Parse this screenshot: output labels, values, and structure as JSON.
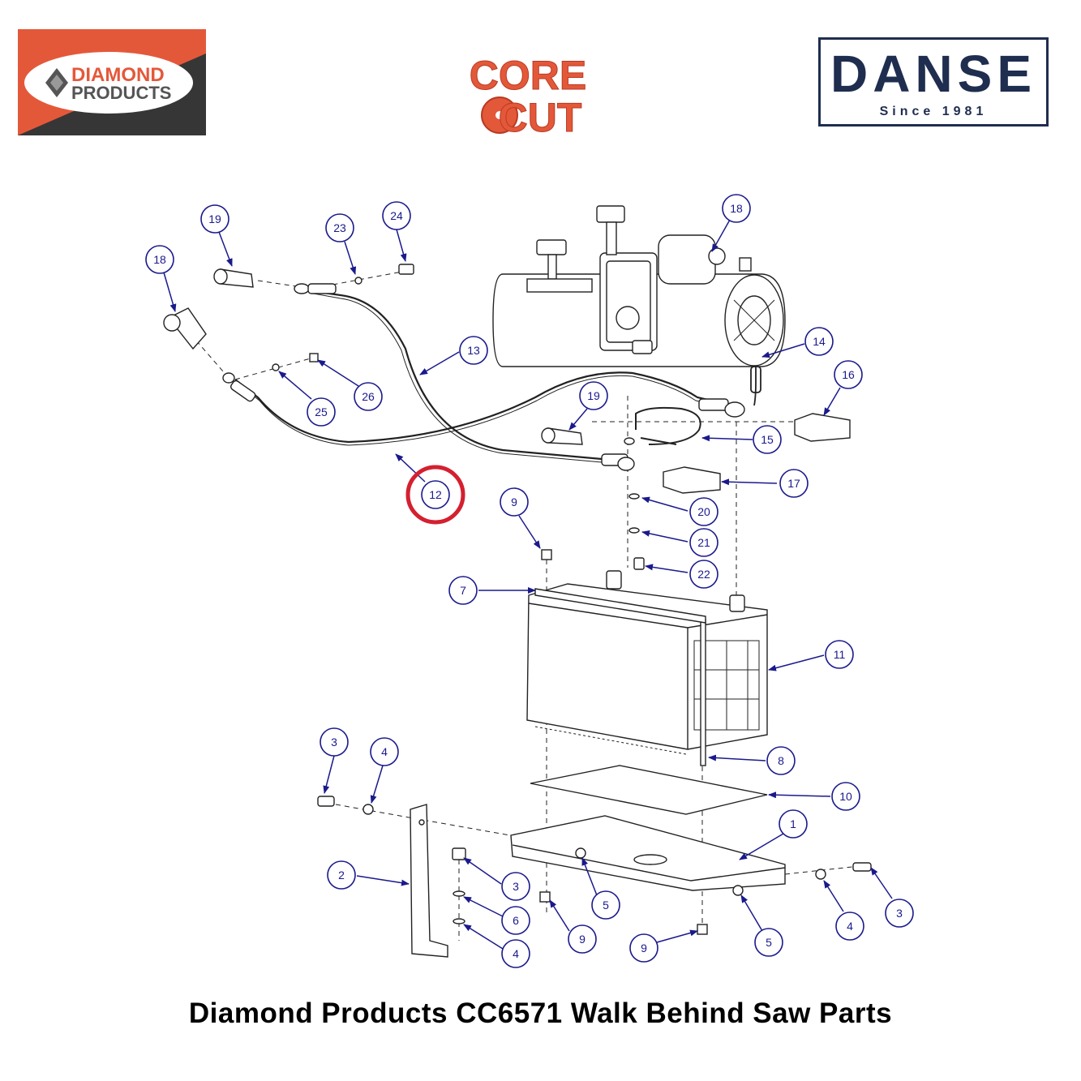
{
  "logos": {
    "diamond_products": {
      "line1": "DIAMOND",
      "line2": "PRODUCTS",
      "colors": {
        "accent": "#e4583a",
        "dark": "#363636"
      }
    },
    "core_cut": {
      "line1": "CORE",
      "line2": "CUT",
      "color": "#e4583a"
    },
    "danse": {
      "name": "DANSE",
      "since": "Since 1981",
      "color": "#1f2d4f"
    }
  },
  "diagram": {
    "callout_color": "#1a1a8c",
    "highlight_color": "#d42030",
    "highlighted_part": "12",
    "callouts": [
      {
        "id": "c19a",
        "label": "19"
      },
      {
        "id": "c23",
        "label": "23"
      },
      {
        "id": "c24",
        "label": "24"
      },
      {
        "id": "c18a",
        "label": "18"
      },
      {
        "id": "c18b",
        "label": "18"
      },
      {
        "id": "c13",
        "label": "13"
      },
      {
        "id": "c14",
        "label": "14"
      },
      {
        "id": "c16",
        "label": "16"
      },
      {
        "id": "c25",
        "label": "25"
      },
      {
        "id": "c26",
        "label": "26"
      },
      {
        "id": "c19b",
        "label": "19"
      },
      {
        "id": "c15",
        "label": "15"
      },
      {
        "id": "c17",
        "label": "17"
      },
      {
        "id": "c12",
        "label": "12"
      },
      {
        "id": "c9a",
        "label": "9"
      },
      {
        "id": "c20",
        "label": "20"
      },
      {
        "id": "c21",
        "label": "21"
      },
      {
        "id": "c22",
        "label": "22"
      },
      {
        "id": "c7",
        "label": "7"
      },
      {
        "id": "c11",
        "label": "11"
      },
      {
        "id": "c8",
        "label": "8"
      },
      {
        "id": "c10",
        "label": "10"
      },
      {
        "id": "c3a",
        "label": "3"
      },
      {
        "id": "c4a",
        "label": "4"
      },
      {
        "id": "c1",
        "label": "1"
      },
      {
        "id": "c2",
        "label": "2"
      },
      {
        "id": "c3b",
        "label": "3"
      },
      {
        "id": "c5a",
        "label": "5"
      },
      {
        "id": "c6",
        "label": "6"
      },
      {
        "id": "c4b",
        "label": "4"
      },
      {
        "id": "c9b",
        "label": "9"
      },
      {
        "id": "c9c",
        "label": "9"
      },
      {
        "id": "c5b",
        "label": "5"
      },
      {
        "id": "c4c",
        "label": "4"
      },
      {
        "id": "c3c",
        "label": "3"
      }
    ]
  },
  "caption": "Diamond Products CC6571 Walk Behind Saw Parts"
}
